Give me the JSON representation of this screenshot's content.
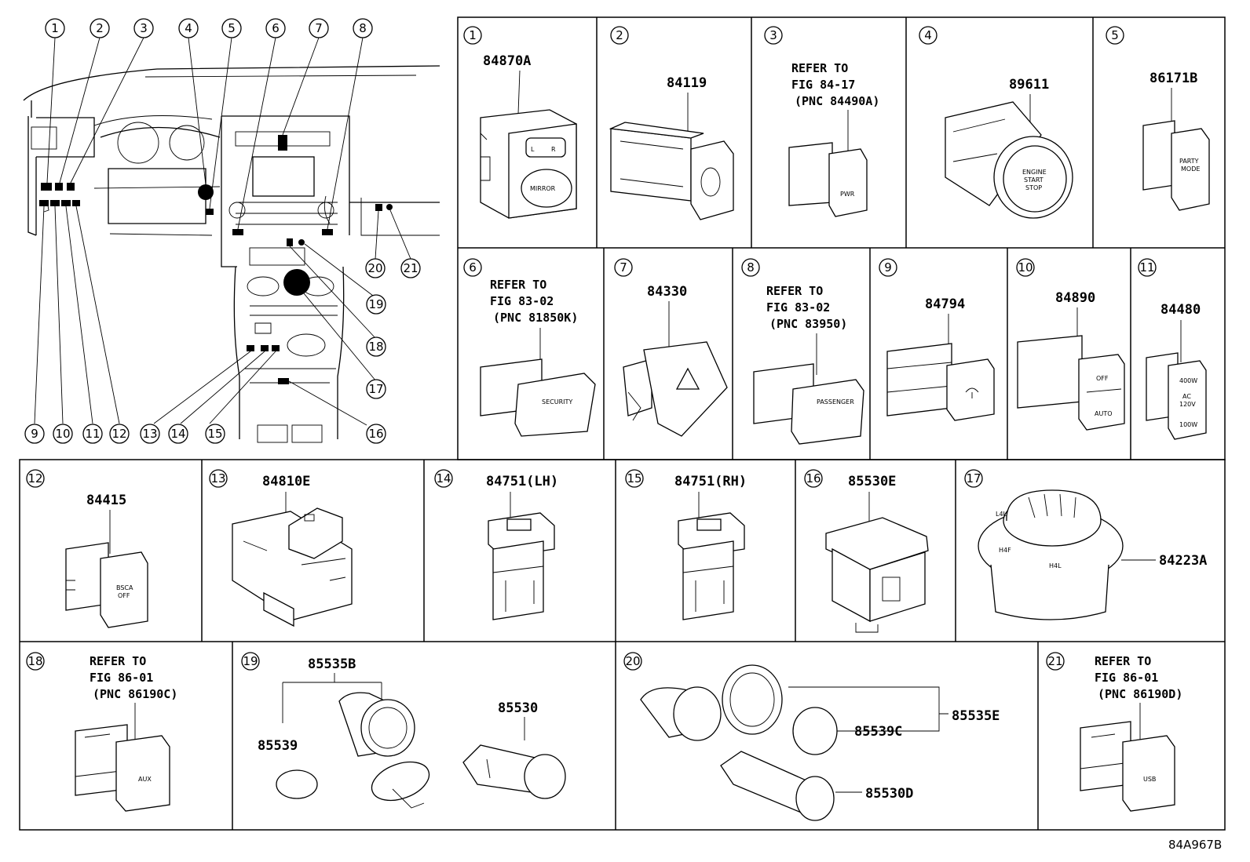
{
  "diagram_code": "84A967B",
  "overview": {
    "callouts_top": [
      "1",
      "2",
      "3",
      "4",
      "5",
      "6",
      "7",
      "8"
    ],
    "callouts_bottom_left": [
      "9",
      "10",
      "11",
      "12",
      "13",
      "14",
      "15",
      "16"
    ],
    "callouts_right": [
      "17",
      "18",
      "19",
      "20",
      "21"
    ]
  },
  "cells": {
    "c1": {
      "num": "1",
      "part": "84870A",
      "face": [
        "L",
        "R",
        "MIRROR"
      ]
    },
    "c2": {
      "num": "2",
      "part": "84119"
    },
    "c3": {
      "num": "3",
      "ref": [
        "REFER TO",
        "FIG 84-17",
        "(PNC 84490A)"
      ],
      "face": [
        "PWR"
      ]
    },
    "c4": {
      "num": "4",
      "part": "89611",
      "face": [
        "ENGINE",
        "START",
        "STOP"
      ]
    },
    "c5": {
      "num": "5",
      "part": "86171B",
      "face": [
        "PARTY",
        "MODE"
      ]
    },
    "c6": {
      "num": "6",
      "ref": [
        "REFER TO",
        "FIG 83-02",
        "(PNC 81850K)"
      ],
      "face": [
        "SECURITY"
      ]
    },
    "c7": {
      "num": "7",
      "part": "84330"
    },
    "c8": {
      "num": "8",
      "ref": [
        "REFER TO",
        "FIG 83-02",
        "(PNC 83950)"
      ],
      "face": [
        "PASSENGER"
      ]
    },
    "c9": {
      "num": "9",
      "part": "84794"
    },
    "c10": {
      "num": "10",
      "part": "84890",
      "face": [
        "OFF",
        "AUTO"
      ]
    },
    "c11": {
      "num": "11",
      "part": "84480",
      "face": [
        "400W",
        "AC",
        "120V",
        "100W"
      ]
    },
    "c12": {
      "num": "12",
      "part": "84415",
      "face": [
        "BSCA",
        "OFF"
      ]
    },
    "c13": {
      "num": "13",
      "part": "84810E"
    },
    "c14": {
      "num": "14",
      "part": "84751(LH)"
    },
    "c15": {
      "num": "15",
      "part": "84751(RH)"
    },
    "c16": {
      "num": "16",
      "part": "85530E"
    },
    "c17": {
      "num": "17",
      "part": "84223A",
      "face": [
        "L4L",
        "H4F",
        "H4L"
      ]
    },
    "c18": {
      "num": "18",
      "ref": [
        "REFER TO",
        "FIG 86-01",
        "(PNC 86190C)"
      ],
      "face": [
        "AUX"
      ]
    },
    "c19": {
      "num": "19",
      "parts": [
        "85535B",
        "85539",
        "85530"
      ]
    },
    "c20": {
      "num": "20",
      "parts": [
        "85535E",
        "85539C",
        "85530D"
      ]
    },
    "c21": {
      "num": "21",
      "ref": [
        "REFER TO",
        "FIG 86-01",
        "(PNC 86190D)"
      ],
      "face": [
        "USB"
      ]
    }
  }
}
